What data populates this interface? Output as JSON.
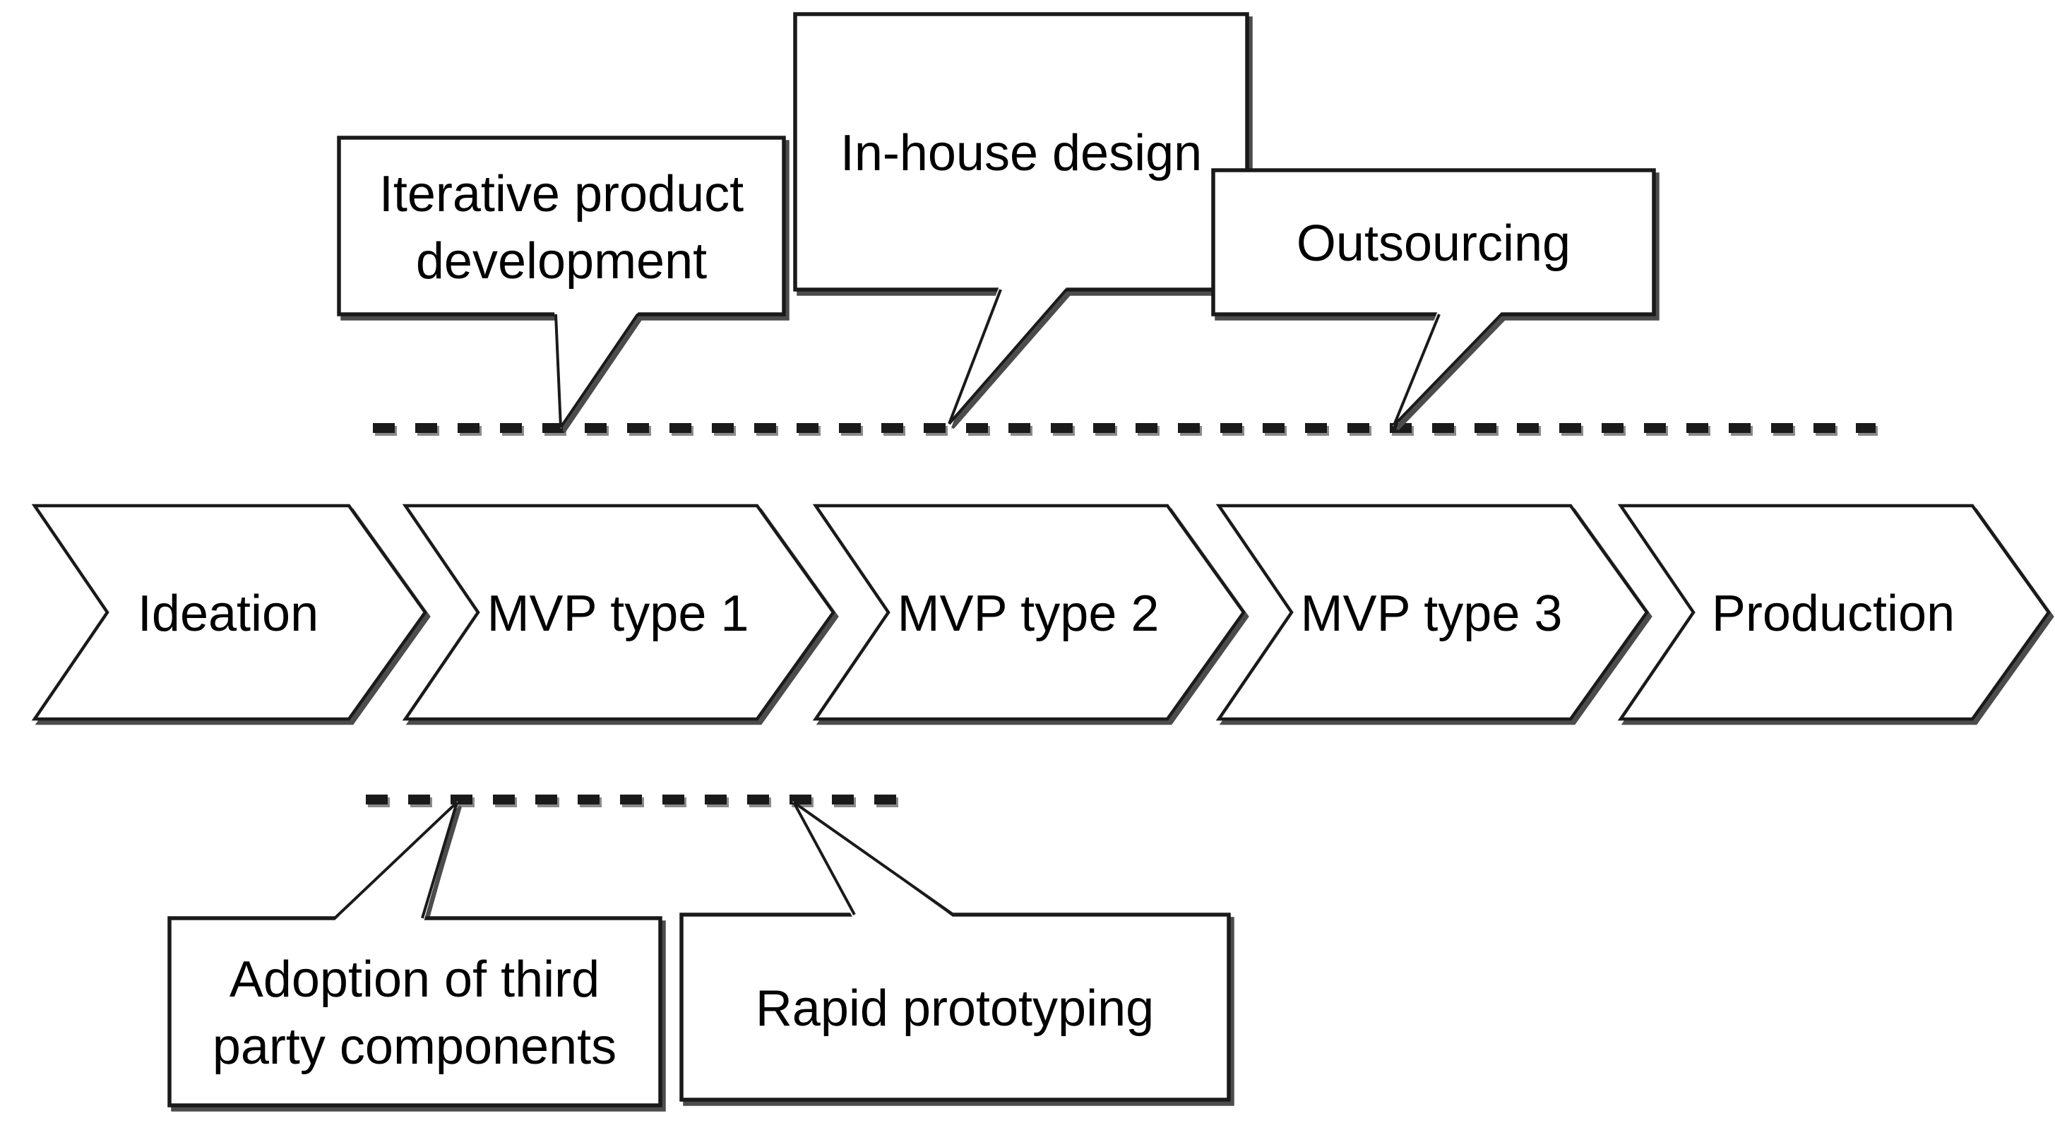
{
  "diagram": {
    "type": "process-flow-with-callouts",
    "process_steps": [
      {
        "label": "Ideation"
      },
      {
        "label": "MVP type 1"
      },
      {
        "label": "MVP type 2"
      },
      {
        "label": "MVP type 3"
      },
      {
        "label": "Production"
      }
    ],
    "top_callouts": [
      {
        "label": "Iterative product development",
        "lines": [
          "Iterative product",
          "development"
        ]
      },
      {
        "label": "In-house design",
        "lines": [
          "In-house design"
        ]
      },
      {
        "label": "Outsourcing",
        "lines": [
          "Outsourcing"
        ]
      }
    ],
    "bottom_callouts": [
      {
        "label": "Adoption of third party components",
        "lines": [
          "Adoption of third",
          "party components"
        ]
      },
      {
        "label": "Rapid prototyping",
        "lines": [
          "Rapid prototyping"
        ]
      }
    ],
    "colors": {
      "outline": "#1a1a1a",
      "fill": "#ffffff",
      "text": "#000000",
      "shape_shadow": "#4c4c4c",
      "dash_shadow": "#8a8a8a",
      "background": "#ffffff"
    }
  }
}
